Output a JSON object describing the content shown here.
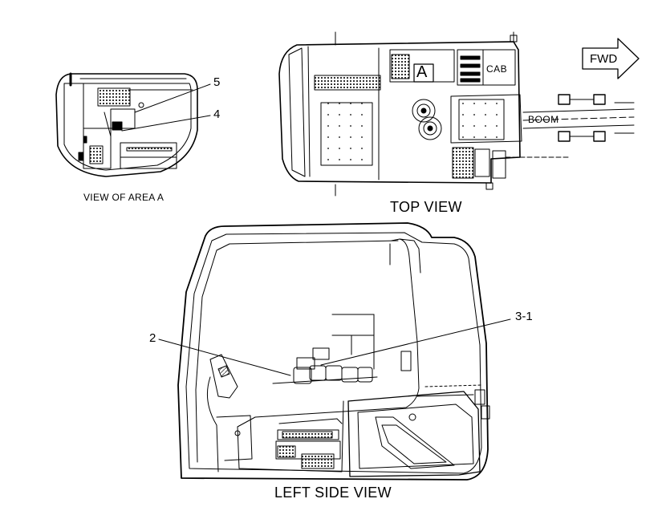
{
  "callouts": {
    "c5": "5",
    "c4": "4",
    "c2": "2",
    "c31": "3-1"
  },
  "captions": {
    "view_area_a": "VIEW OF AREA A",
    "top_view": "TOP VIEW",
    "left_side_view": "LEFT SIDE VIEW"
  },
  "labels": {
    "cab": "CAB",
    "boom": "BOOM",
    "fwd": "FWD",
    "area_a": "A"
  },
  "colors": {
    "line": "#000000",
    "hatch": "#555555",
    "background": "#ffffff"
  }
}
